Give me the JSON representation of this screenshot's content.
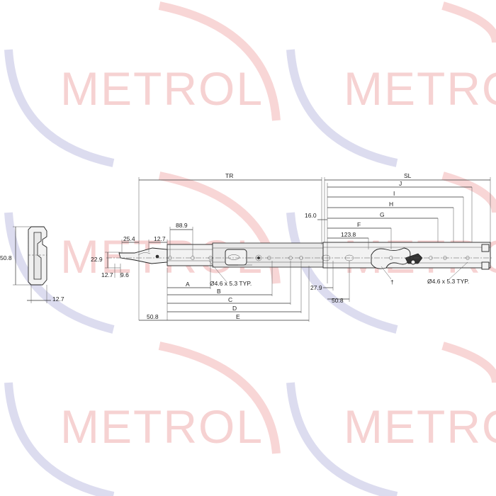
{
  "watermark": {
    "text": "METROL"
  },
  "profile": {
    "height_label": "50.8",
    "width_label": "12.7"
  },
  "dimensions": {
    "TR": "TR",
    "SL": "SL",
    "J": "J",
    "I": "I",
    "H": "H",
    "G": "G",
    "F": "F",
    "d16": "16.0",
    "d123": "123.8",
    "d25": "25.4",
    "d127top": "12.7",
    "d889": "88.9",
    "d229": "22.9",
    "d127low": "12.7",
    "d96": "9.6",
    "A": "A",
    "B": "B",
    "C": "C",
    "D": "D",
    "E": "E",
    "d508": "50.8",
    "d279": "27.9",
    "d508b": "50.8",
    "hole_left": "Ø4.6 x 5.3 TYP.",
    "hole_right": "Ø4.6 x 5.3 TYP.",
    "dagger": "†"
  }
}
